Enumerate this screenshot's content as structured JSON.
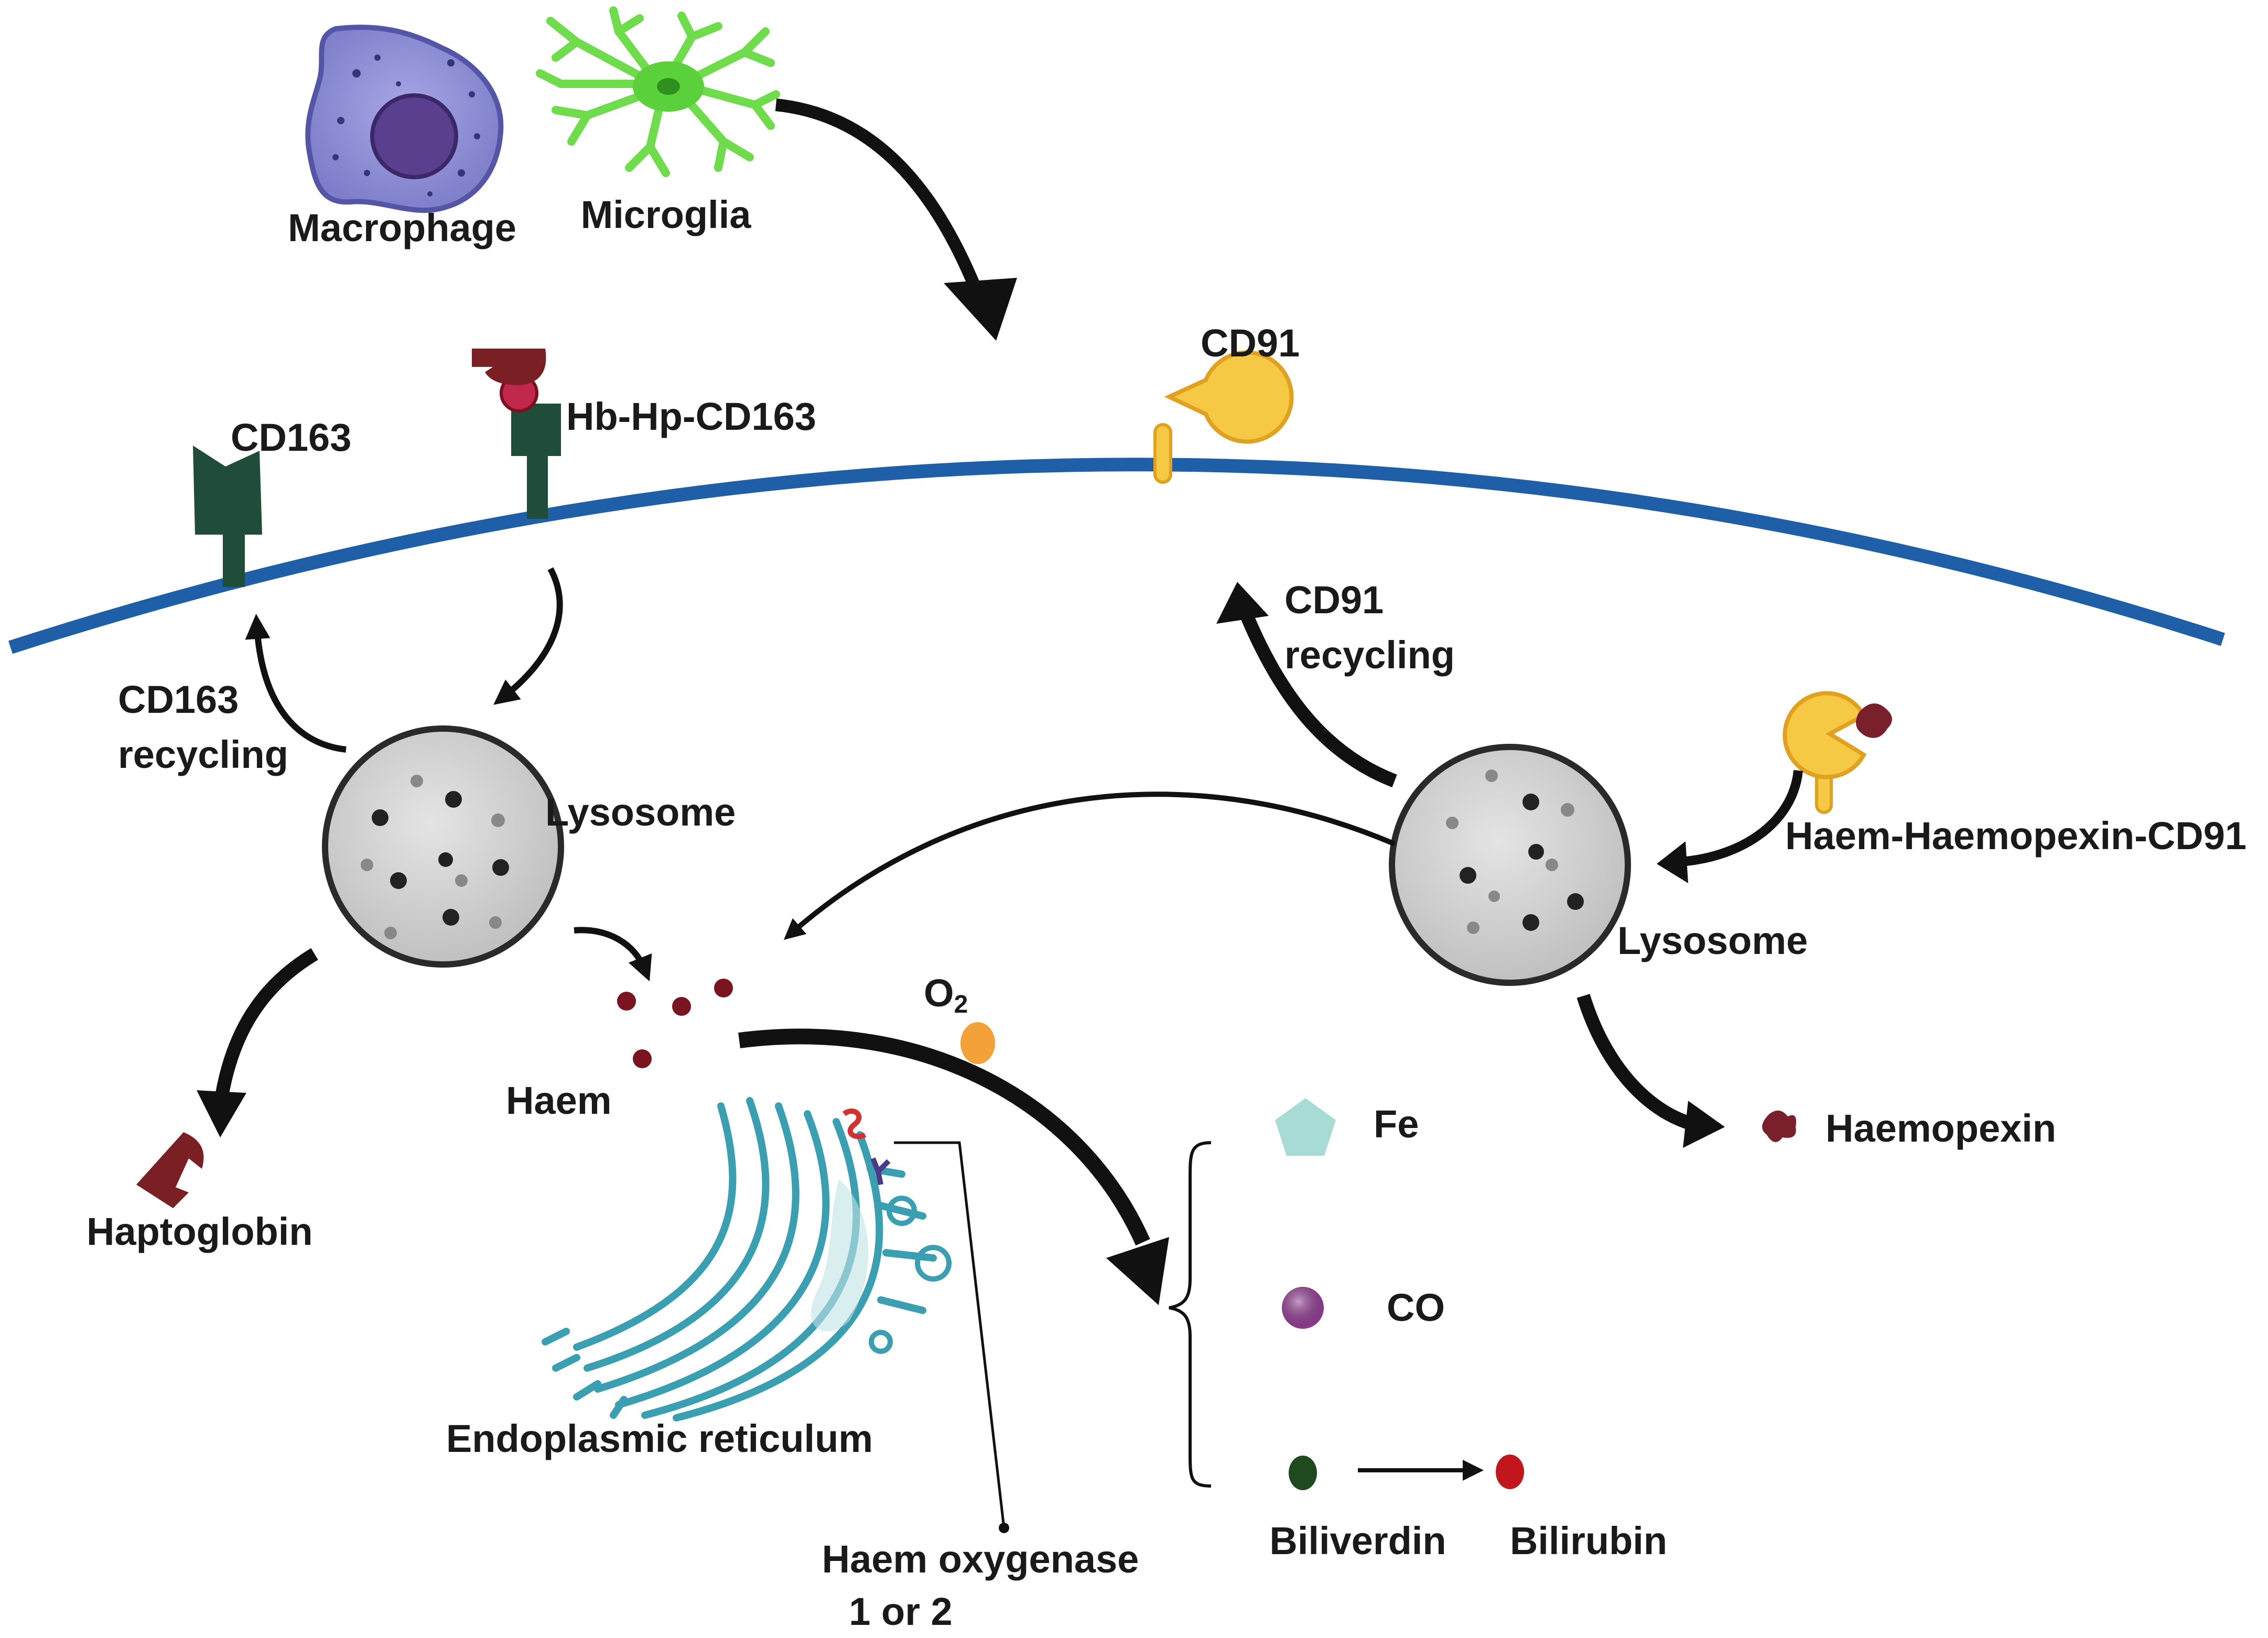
{
  "labels": {
    "macrophage": "Macrophage",
    "microglia": "Microglia",
    "cd91_top": "CD91",
    "hb_hp_cd163": "Hb-Hp-CD163",
    "cd163": "CD163",
    "cd91_recycling_line1": "CD91",
    "cd91_recycling_line2": "recycling",
    "cd163_recycling_line1": "CD163",
    "cd163_recycling_line2": "recycling",
    "lysosome_left": "Lysosome",
    "lysosome_right": "Lysosome",
    "haem_haemopexin_cd91": "Haem-Haemopexin-CD91",
    "o2_main": "O",
    "o2_sub": "2",
    "haem": "Haem",
    "haptoglobin": "Haptoglobin",
    "haemopexin": "Haemopexin",
    "fe": "Fe",
    "co": "CO",
    "biliverdin": "Biliverdin",
    "bilirubin": "Bilirubin",
    "endoplasmic_reticulum": "Endoplasmic reticulum",
    "haem_oxygenase_line1": "Haem oxygenase",
    "haem_oxygenase_line2": "1 or 2"
  },
  "colors": {
    "membrane": "#1f5fa8",
    "cd163_receptor": "#1f4d3a",
    "haptoglobin": "#7a1f24",
    "haem_dot": "#7a1420",
    "cd91_receptor": "#f6c945",
    "lysosome_fill": "#d4d4d4",
    "macrophage": "#8f8fd6",
    "microglia": "#7be35a",
    "er": "#3a9fb0",
    "fe": "#a8dad6",
    "co": "#8e3b8e",
    "biliverdin": "#1f4a1f",
    "bilirubin": "#c0161c",
    "o2": "#f3a23a"
  },
  "icons": [
    "macrophage-icon",
    "microglia-icon",
    "cd163-receptor-icon",
    "hb-hp-cd163-complex-icon",
    "cd91-receptor-icon",
    "lysosome-icon",
    "haem-molecule-icon",
    "o2-molecule-icon",
    "endoplasmic-reticulum-icon",
    "haem-oxygenase-icon",
    "haptoglobin-icon",
    "haemopexin-icon",
    "fe-pentagon-icon",
    "co-circle-icon",
    "biliverdin-circle-icon",
    "bilirubin-circle-icon"
  ]
}
